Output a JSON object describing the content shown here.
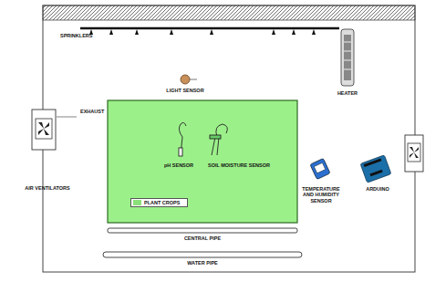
{
  "diagram": {
    "nodes": [
      {
        "text": [
          "PLANT CROPS"
        ]
      }
    ],
    "labels": [
      "SPRINKLERS",
      "LIGHT SENSOR",
      "HEATER",
      "EXHAUST",
      "AIR VENTILATORS",
      "pH SENSOR",
      "SOIL MOISTURE SENSOR",
      "TEMPERATURE AND HUMIDITY SENSOR",
      "ARDUINO",
      "CENTRAL PIPE",
      "WATER PIPE"
    ]
  }
}
